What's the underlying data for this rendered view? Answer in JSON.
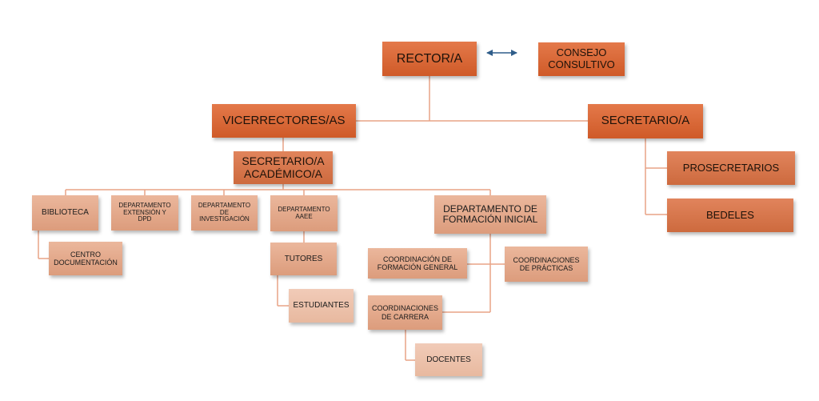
{
  "diagram": {
    "rector": "RECTOR/A",
    "consejo_consultivo": "CONSEJO\nCONSULTIVO",
    "vicerrectores": "VICERRECTORES/AS",
    "secretario": "SECRETARIO/A",
    "secretario_academico": "SECRETARIO/A\nACADÉMICO/A",
    "prosecretarios": "PROSECRETARIOS",
    "bedeles": "BEDELES",
    "biblioteca": "BIBLIOTECA",
    "centro_documentacion": "CENTRO\nDOCUMENTACIÓN",
    "depto_extension": "DEPARTAMENTO\nEXTENSIÓN Y\nDPD",
    "depto_investigacion": "DEPARTAMENTO\nDE\nINVESTIGACIÓN",
    "depto_aaee": "DEPARTAMENTO\nAAEE",
    "tutores": "TUTORES",
    "estudiantes": "ESTUDIANTES",
    "depto_formacion_inicial": "DEPARTAMENTO DE\nFORMACIÓN INICIAL",
    "coord_formacion_general": "COORDINACIÓN DE\nFORMACIÓN GENERAL",
    "coord_practicas": "COORDINACIONES\nDE PRÁCTICAS",
    "coord_carrera": "COORDINACIONES\nDE CARRERA",
    "docentes": "DOCENTES"
  },
  "colors": {
    "level1": "#d9653a",
    "level2": "#d5744a",
    "level3": "#e3a98b",
    "level4": "#edc4ad",
    "connector": "#e8a386",
    "arrow": "#2f5d8a"
  }
}
